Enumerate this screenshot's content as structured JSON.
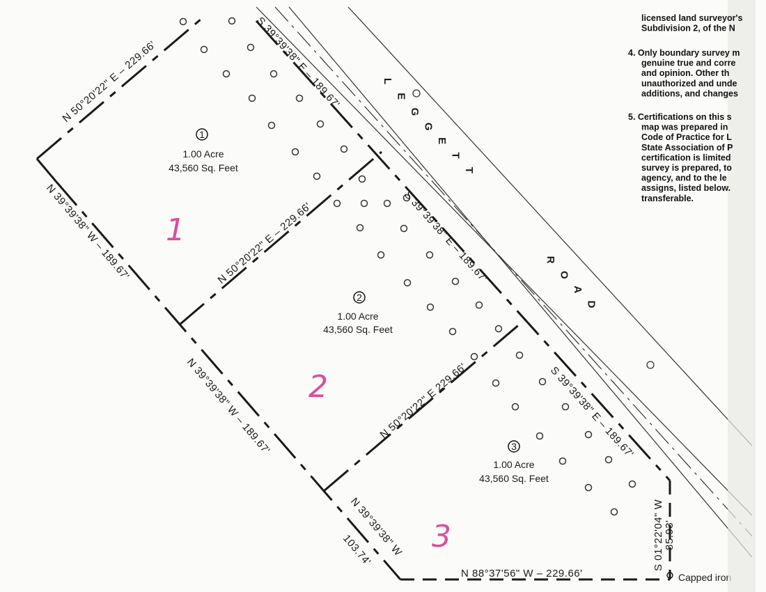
{
  "lots": [
    {
      "number": "1",
      "area_acre": "1.00 Acre",
      "area_sqft": "43,560 Sq. Feet",
      "handwritten": "1"
    },
    {
      "number": "2",
      "area_acre": "1.00 Acre",
      "area_sqft": "43,560 Sq. Feet",
      "handwritten": "2"
    },
    {
      "number": "3",
      "area_acre": "1.00 Acre",
      "area_sqft": "43,560 Sq. Feet",
      "handwritten": "3"
    }
  ],
  "bearings": {
    "top": "N 50°20'22\" E – 229.66'",
    "lot1_2": "N 50°20'22\" E – 229.66'",
    "lot2_3": "N 50°20'22\" E  229.66'",
    "west_upper": "N 39°39'38\" W – 189.67'",
    "west_middle": "N 39°39'38\" W – 189.67'",
    "west_lower_bearing": "N 39°39'38\" W",
    "west_lower_distance": "103.74'",
    "east_lot1": "S 39°39'38\" E – 189.67'",
    "east_lot2": "S 39°39'38\" E – 189.67'",
    "east_lot3": "S 39°39'38\" E – 189.67'",
    "south": "N 88°37'56\" W – 229.66'",
    "southeast_bearing": "S 01°22'04\" W",
    "southeast_distance": "85.93'"
  },
  "road_name": "LEGGETT ROAD",
  "corner_label": "Capped iron",
  "notes": [
    {
      "lines": [
        "licensed land surveyor's",
        "Subdivision 2, of the N"
      ]
    },
    {
      "lines": [
        "4. Only boundary survey m",
        "genuine true and corre",
        "and opinion.  Other th",
        "unauthorized and unde",
        "additions, and changes"
      ]
    },
    {
      "lines": [
        "5. Certifications on this s",
        "map was prepared in",
        "Code of Practice for L",
        "State Association of P",
        "certification is limited",
        "survey is prepared, to",
        "agency, and to the le",
        "assigns, listed below.",
        "transferable."
      ]
    }
  ]
}
